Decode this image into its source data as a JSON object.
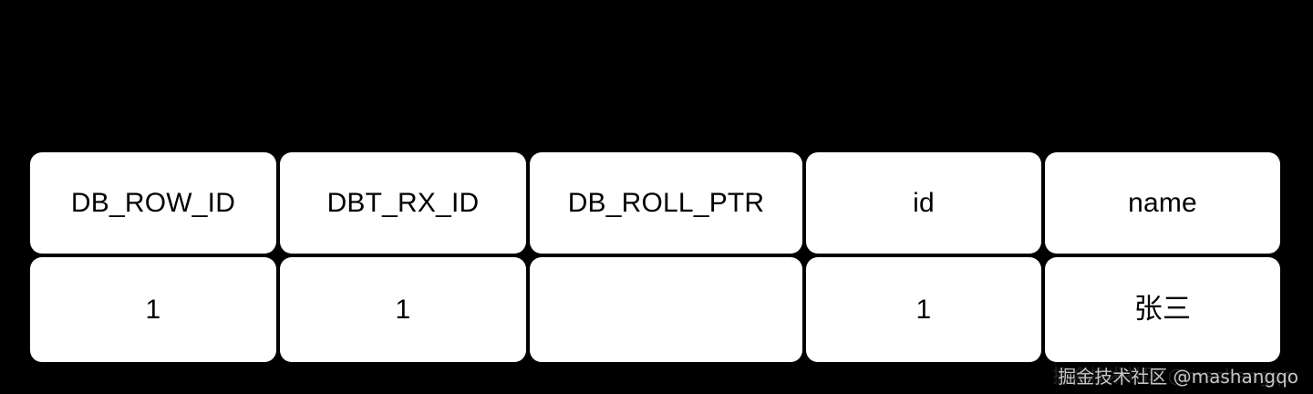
{
  "canvas": {
    "background_color": "#000000",
    "cell_color": "#ffffff",
    "text_color": "#000000"
  },
  "table": {
    "columns": [
      {
        "key": "db_row_id",
        "header": "DB_ROW_ID"
      },
      {
        "key": "dbt_rx_id",
        "header": "DBT_RX_ID"
      },
      {
        "key": "db_roll_ptr",
        "header": "DB_ROLL_PTR"
      },
      {
        "key": "id",
        "header": "id"
      },
      {
        "key": "name",
        "header": "name"
      }
    ],
    "rows": [
      {
        "db_row_id": "1",
        "dbt_rx_id": "1",
        "db_roll_ptr": "",
        "id": "1",
        "name": "张三"
      }
    ]
  },
  "watermark": {
    "under_text": "掘金技术社区 @mashangqo",
    "over_text": "掘金技术社区 @mashangqo"
  }
}
